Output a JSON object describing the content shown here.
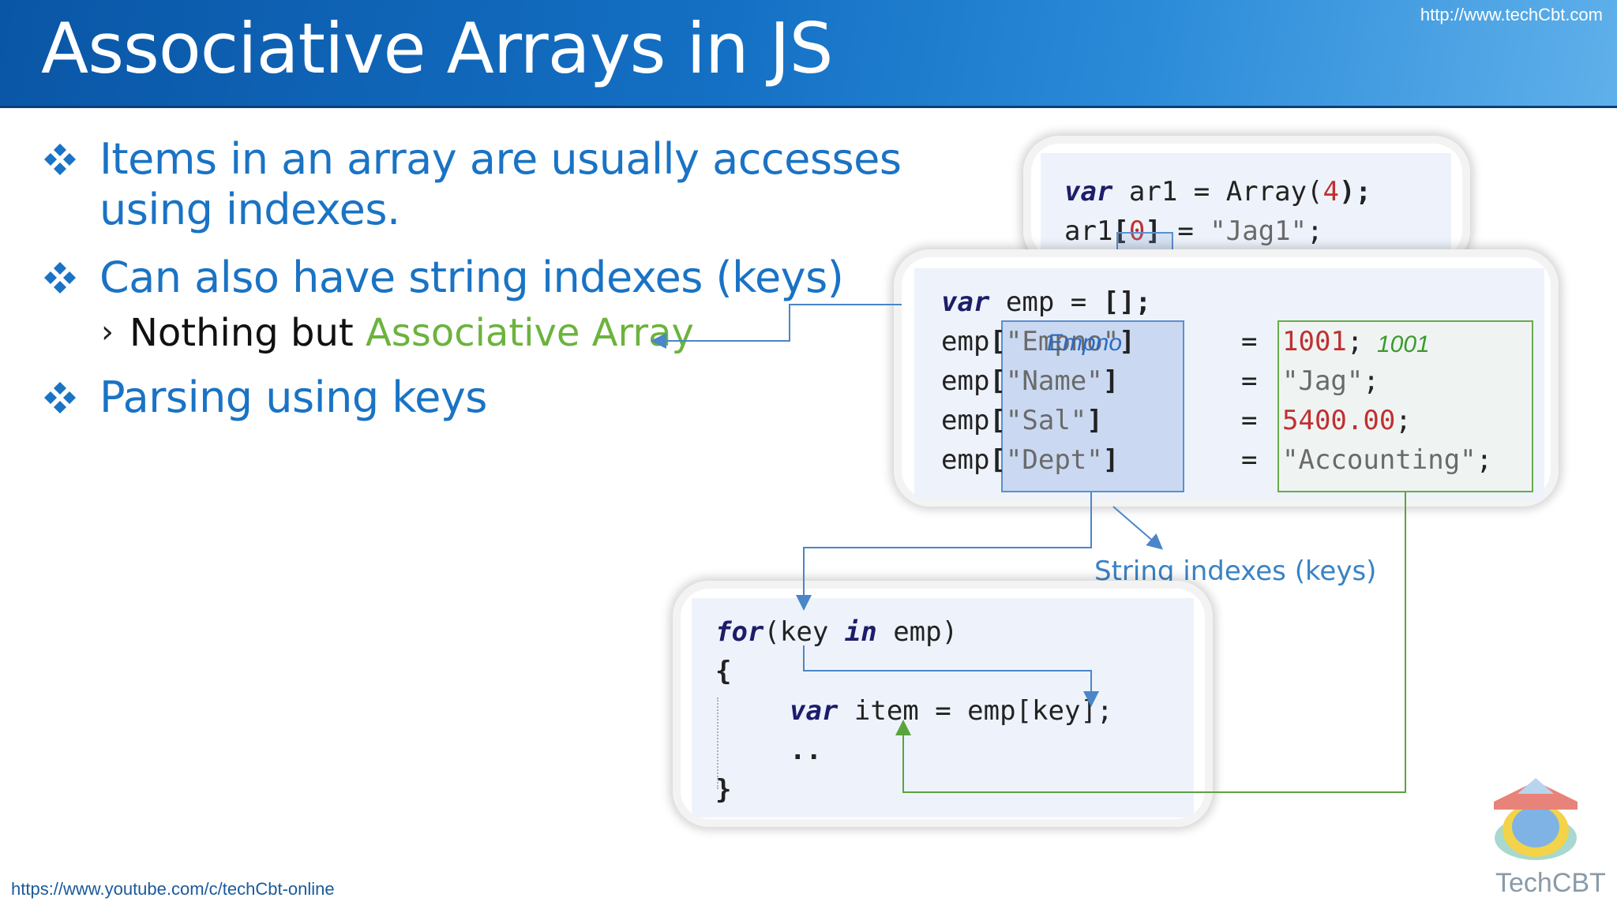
{
  "header": {
    "title": "Associative Arrays in JS",
    "site_url": "http://www.techCbt.com"
  },
  "bullets": [
    {
      "line1": "Items in an array are usually accesses",
      "line2": "using indexes."
    },
    {
      "line1": "Can also have string indexes (keys)"
    },
    {
      "line1": "Parsing using keys"
    }
  ],
  "sub_bullet": {
    "arrow": "›",
    "prefix": "Nothing but ",
    "highlight": "Associative Array"
  },
  "panel_top": {
    "line1": {
      "kw": "var",
      "rest": " ar1 = Array(",
      "num": "4",
      "end": ");"
    },
    "line2": {
      "a": "ar1",
      "b": "[",
      "num": "0",
      "c": "]",
      "d": " = ",
      "str": "\"Jag1\"",
      "e": ";"
    }
  },
  "panel_mid": {
    "decl": {
      "kw": "var",
      "rest": " emp = ",
      "br": "[];"
    },
    "rows": [
      {
        "obj": "emp",
        "key": "\"Empno\"",
        "val": "1001",
        "valclass": "num"
      },
      {
        "obj": "emp",
        "key": "\"Name\"",
        "val": "\"Jag\"",
        "valclass": "str"
      },
      {
        "obj": "emp",
        "key": "\"Sal\"",
        "val": "5400.00",
        "valclass": "num"
      },
      {
        "obj": "emp",
        "key": "\"Dept\"",
        "val": "\"Accounting\"",
        "valclass": "str"
      }
    ],
    "empno_annotation": "Empno",
    "value_annotation": "1001"
  },
  "keys_label": "String indexes (keys)",
  "panel_bottom": {
    "line1": {
      "kw1": "for",
      "a": "(key ",
      "kw2": "in",
      "b": " emp)"
    },
    "line2": "{",
    "line3": {
      "kw": "var",
      "rest": " item = emp[key];"
    },
    "line4": "..",
    "line5": "}"
  },
  "footer": {
    "youtube_url": "https://www.youtube.com/c/techCbt-online",
    "logo_text": "TechCBT"
  },
  "colors": {
    "header_blue": "#1470c4",
    "bullet_blue": "#1a73c4",
    "accent_green": "#6cb33e",
    "key_box_blue": "#5b8fd0",
    "value_box_green": "#6aaa4a"
  }
}
